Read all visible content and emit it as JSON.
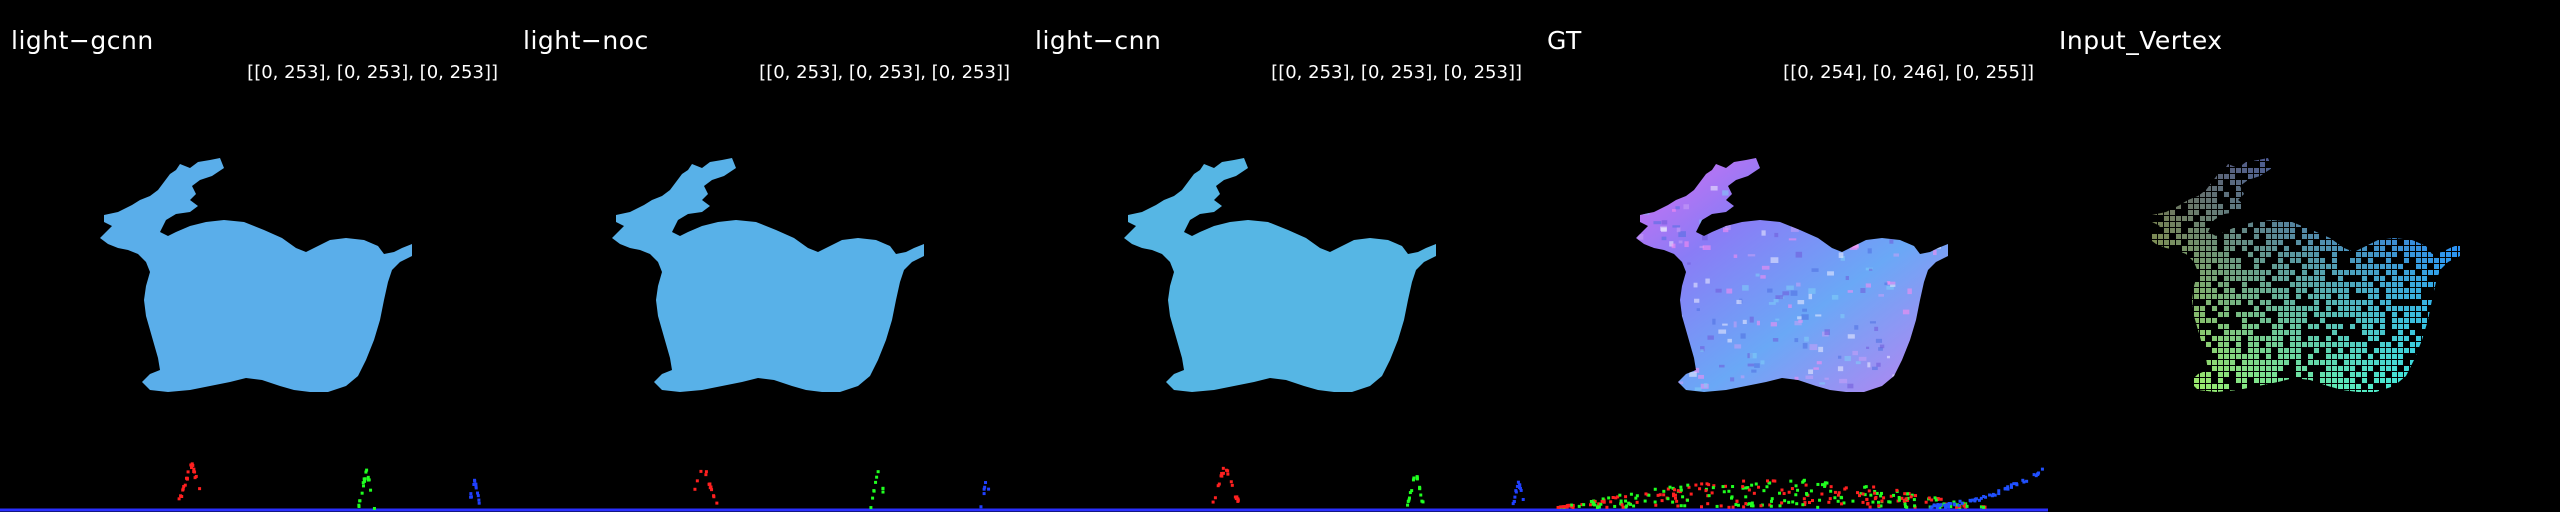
{
  "panels": [
    {
      "title": "light−gcnn",
      "range": "[[0, 253], [0, 253], [0, 253]]",
      "style": "flat",
      "color": "#5aaeea",
      "hist": "narrow"
    },
    {
      "title": "light−noc",
      "range": "[[0, 253], [0, 253], [0, 253]]",
      "style": "flat",
      "color": "#58b1e8",
      "hist": "sparse"
    },
    {
      "title": "light−cnn",
      "range": "[[0, 253], [0, 253], [0, 253]]",
      "style": "flat",
      "color": "#56b6e4",
      "hist": "narrow"
    },
    {
      "title": "GT",
      "range": "[[0, 254], [0, 246], [0, 255]]",
      "style": "normal",
      "color": "#9a86f4",
      "hist": "wide"
    },
    {
      "title": "Input_Vertex",
      "range": "",
      "style": "vertex",
      "color": "#4a9f6a",
      "hist": "none"
    }
  ]
}
